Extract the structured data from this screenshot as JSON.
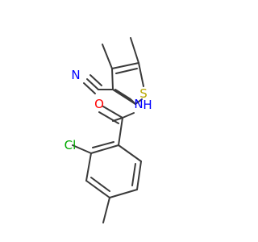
{
  "structure": {
    "atoms": [
      {
        "id": "S1",
        "element": "S",
        "label": "S",
        "color": "#b8a800"
      },
      {
        "id": "O1",
        "element": "O",
        "label": "O",
        "color": "#ff0000"
      },
      {
        "id": "N1",
        "element": "N",
        "label": "N",
        "color": "#0000ff"
      },
      {
        "id": "H1",
        "element": "H",
        "label": "H",
        "color": "#0000ff"
      },
      {
        "id": "N2",
        "element": "N",
        "label": "N",
        "color": "#0000ff"
      },
      {
        "id": "Cl1",
        "element": "Cl",
        "label": "Cl",
        "color": "#00aa00"
      }
    ]
  }
}
